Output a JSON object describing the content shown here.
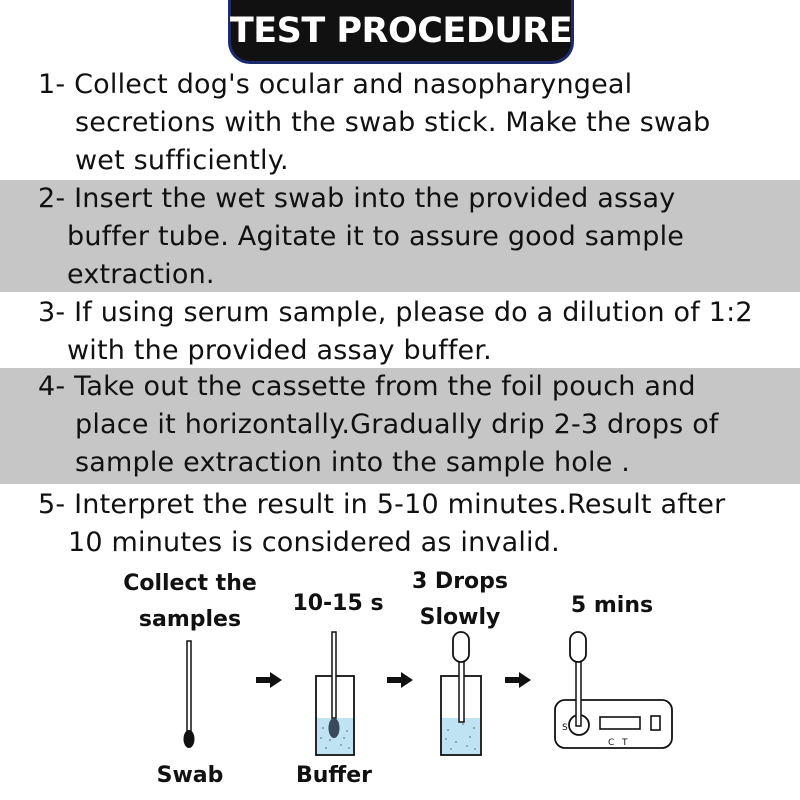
{
  "title": "TEST PROCEDURE",
  "steps": [
    {
      "lines": [
        "1- Collect dog's ocular and nasopharyngeal",
        "secretions with the swab stick. Make the swab",
        "wet sufficiently."
      ]
    },
    {
      "lines": [
        "2- Insert the wet swab into the provided assay",
        "buffer tube. Agitate it to assure good sample",
        "extraction."
      ]
    },
    {
      "lines": [
        "3- If using serum sample, please do a dilution of 1:2",
        "with the provided assay buffer."
      ]
    },
    {
      "lines": [
        "4- Take out the cassette from the foil pouch and",
        "place it horizontally.Gradually drip 2-3 drops of",
        "sample extraction into the sample hole ."
      ]
    },
    {
      "lines": [
        "5- Interpret the result in 5-10 minutes.Result after",
        "10 minutes is considered as invalid."
      ]
    }
  ],
  "diagram": {
    "collect_line1": "Collect the",
    "collect_line2": "samples",
    "time_label": "10-15 s",
    "drops_line1": "3 Drops",
    "drops_line2": "Slowly",
    "wait_label": "5 mins",
    "swab_label": "Swab",
    "buffer_label": "Buffer",
    "cassette_s": "S",
    "cassette_c": "C",
    "cassette_t": "T"
  },
  "colors": {
    "shaded_row": "#c6c6c6",
    "badge_border": "#1c2a6e",
    "liquid": "#bfe3f2"
  }
}
